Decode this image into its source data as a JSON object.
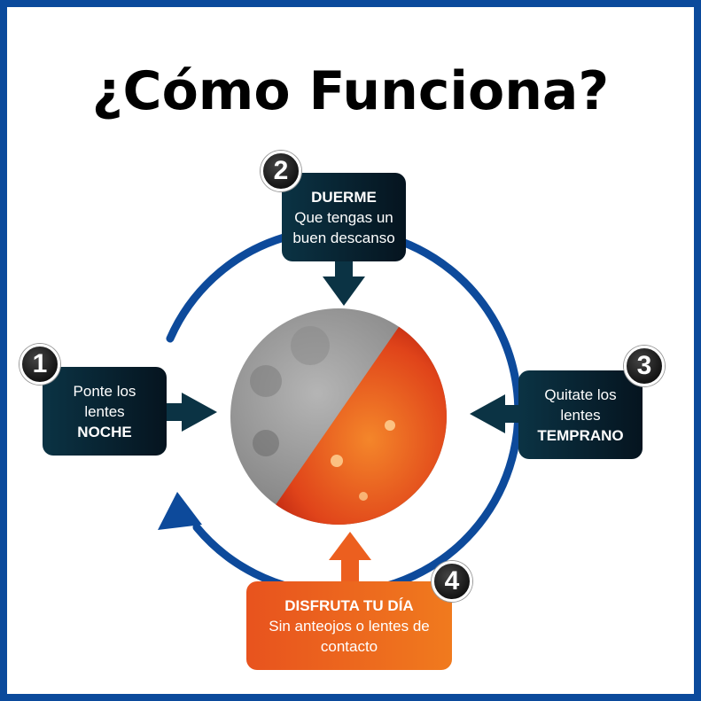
{
  "title": "¿Cómo Funciona?",
  "colors": {
    "border": "#0b4a9c",
    "cycle": "#0d4a9b",
    "dark_box": "#0b3344",
    "orange_box": "#ea5b1e"
  },
  "steps": [
    {
      "number": "1",
      "lines": [
        "Ponte los",
        "lentes"
      ],
      "bold": "NOCHE"
    },
    {
      "number": "2",
      "bold": "DUERME",
      "lines": [
        "Que tengas un",
        "buen descanso"
      ]
    },
    {
      "number": "3",
      "lines": [
        "Quitate los",
        "lentes"
      ],
      "bold": "TEMPRANO"
    },
    {
      "number": "4",
      "bold": "DISFRUTA TU DÍA",
      "lines": [
        "Sin anteojos o lentes de",
        "contacto"
      ]
    }
  ]
}
